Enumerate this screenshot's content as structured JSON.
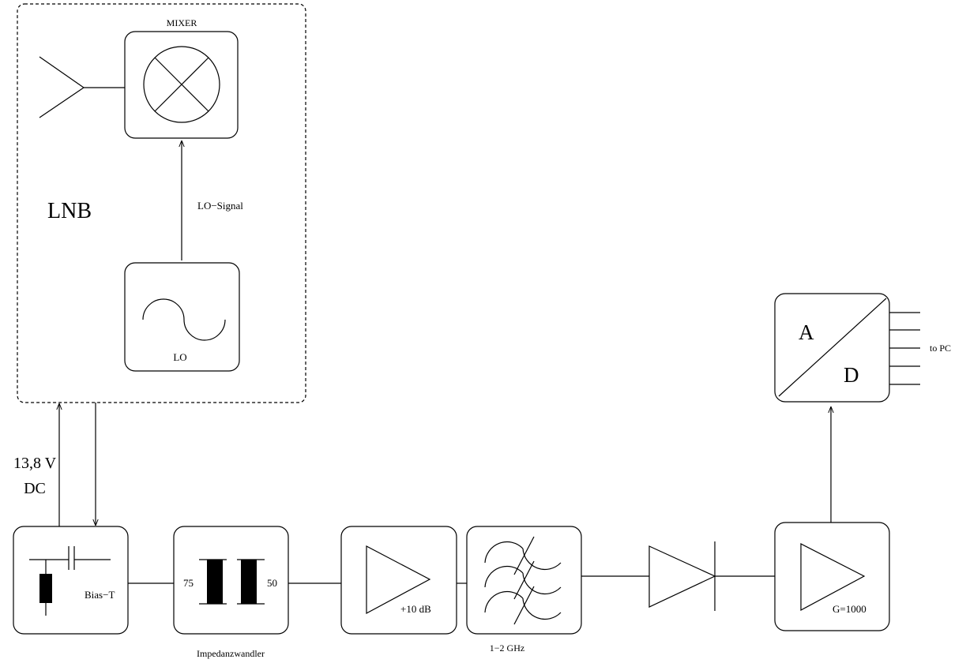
{
  "lnb": {
    "group_label": "LNB"
  },
  "mixer": {
    "label": "MIXER"
  },
  "lo": {
    "label": "LO",
    "signal_label": "LO−Signal"
  },
  "power": {
    "label_line1": "13,8 V",
    "label_line2": "DC"
  },
  "bias_tee": {
    "label": "Bias−T"
  },
  "impedance_converter": {
    "label": "Impedanzwandler",
    "left_value": "75",
    "right_value": "50"
  },
  "amplifier": {
    "label": "+10 dB"
  },
  "filter": {
    "label": "1−2 GHz"
  },
  "video_amp": {
    "label": "G=1000"
  },
  "adc": {
    "label_a": "A",
    "label_d": "D",
    "output_label": "to PC"
  }
}
